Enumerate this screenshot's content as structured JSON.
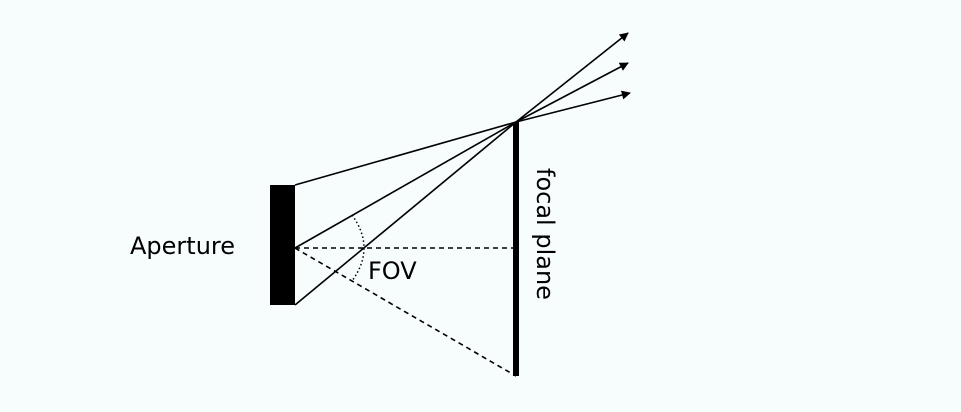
{
  "labels": {
    "aperture": "Aperture",
    "fov": "FOV",
    "focal_plane": "focal plane"
  },
  "colors": {
    "background": "#f7fcfd",
    "ink": "#000000"
  }
}
